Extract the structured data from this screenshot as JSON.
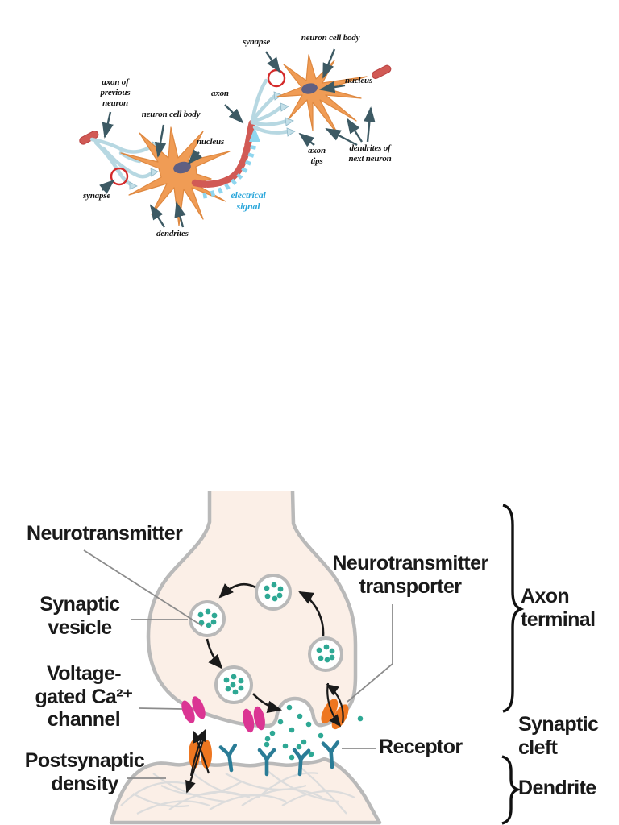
{
  "page": {
    "background": "#ffffff"
  },
  "top_diagram": {
    "description": "two connected neurons with labeled parts",
    "labels": {
      "axon_of_previous_neuron": "axon of\nprevious\nneuron",
      "neuron_cell_body_left": "neuron cell body",
      "nucleus_left": "nucleus",
      "synapse_left": "synapse",
      "dendrites_left": "dendrites",
      "axon": "axon",
      "electrical_signal": "electrical\nsignal",
      "synapse_right": "synapse",
      "neuron_cell_body_right": "neuron cell body",
      "nucleus_right": "nucleus",
      "axon_tips": "axon\ntips",
      "dendrites_of_next_neuron": "dendrites of\nnext neuron"
    },
    "colors": {
      "cell_body_orange": "#F09C55",
      "nucleus_purple": "#5F5F82",
      "axon_red": "#D15A55",
      "terminal_blue": "#B7D8E2",
      "arrow_slate": "#3D5A64",
      "synapse_circle_red": "#D42A2A",
      "signal_cyan": "#2BA7DB"
    }
  },
  "bottom_diagram": {
    "description": "synapse detail: axon terminal, synaptic cleft, dendrite",
    "labels": {
      "neurotransmitter": "Neurotransmitter",
      "synaptic_vesicle": "Synaptic\nvesicle",
      "voltage_gated_ca_channel": "Voltage-\ngated Ca²⁺\nchannel",
      "postsynaptic_density": "Postsynaptic\ndensity",
      "neurotransmitter_transporter": "Neurotransmitter\ntransporter",
      "receptor": "Receptor",
      "axon_terminal": "Axon\nterminal",
      "synaptic_cleft": "Synaptic\ncleft",
      "dendrite": "Dendrite"
    },
    "colors": {
      "cytoplasm_peach": "#FBEFE7",
      "membrane_gray": "#B9B9B9",
      "neurotransmitter_teal": "#2EA894",
      "calcium_channel_pink": "#DB3593",
      "transporter_orange": "#EE7620",
      "receptor_teal": "#2A7C96",
      "filament_gray": "#DCDCDC",
      "arrow_black": "#1a1a1a"
    }
  }
}
